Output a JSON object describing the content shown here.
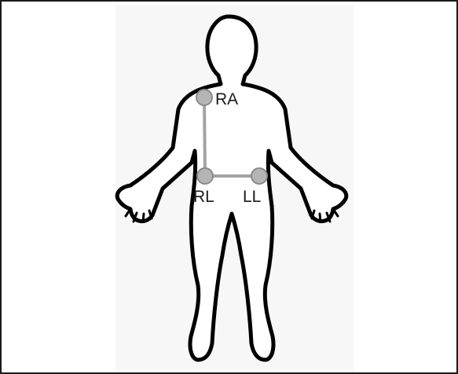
{
  "electrodes": [
    {
      "id": "ra",
      "label": "RA"
    },
    {
      "id": "rl",
      "label": "RL"
    },
    {
      "id": "ll",
      "label": "LL"
    }
  ],
  "colors": {
    "frame": "#1a1a1a",
    "panel_background": "#f7f7f7",
    "body_outline": "#000000",
    "lead_wire": "#a3a3a3",
    "electrode_fill": "#b5b5b5",
    "electrode_stroke": "#8a8a8a",
    "label_text": "#1a1a1a"
  }
}
